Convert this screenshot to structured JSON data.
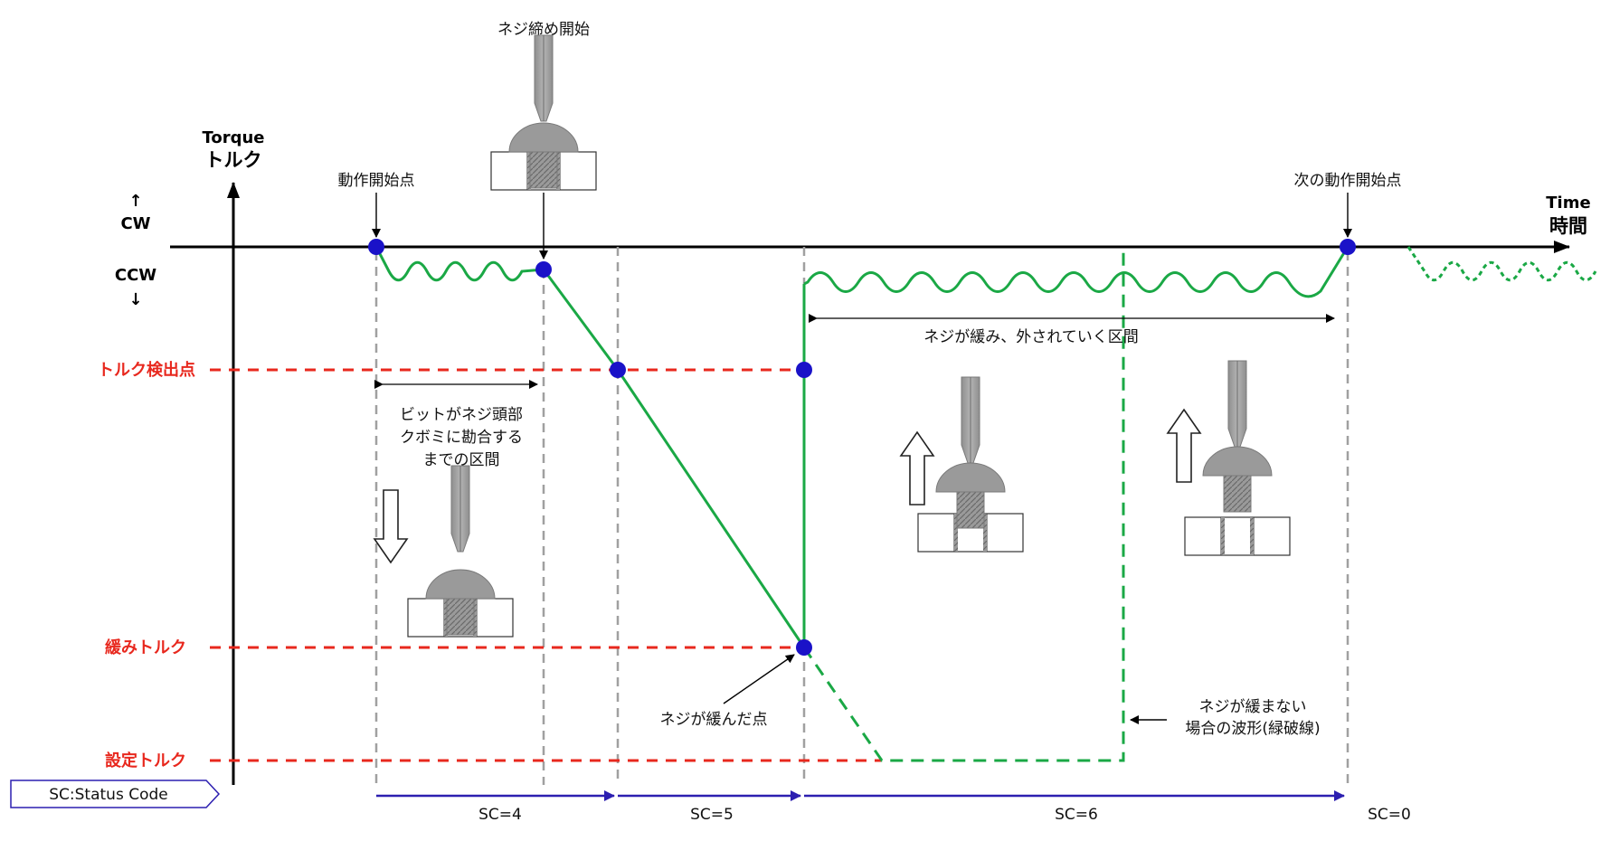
{
  "axis": {
    "y_label_en": "Torque",
    "y_label_ja": "トルク",
    "x_label_en": "Time",
    "x_label_ja": "時間",
    "cw_arrow": "↑",
    "cw": "CW",
    "ccw": "CCW",
    "ccw_arrow": "↓"
  },
  "levels": {
    "detect": "トルク検出点",
    "loosen": "緩みトルク",
    "setting": "設定トルク"
  },
  "annotations": {
    "start_point": "動作開始点",
    "screw_start": "ネジ締め開始",
    "next_start": "次の動作開始点",
    "loosening_range": "ネジが緩み、外されていく区間",
    "engage_1": "ビットがネジ頭部",
    "engage_2": "クボミに勘合する",
    "engage_3": "までの区間",
    "loosened_point": "ネジが緩んだ点",
    "not_loosen_1": "ネジが緩まない",
    "not_loosen_2": "場合の波形(緑破線)"
  },
  "status": {
    "tag": "SC:Status Code",
    "sc4": "SC=4",
    "sc5": "SC=5",
    "sc6": "SC=6",
    "sc0": "SC=0"
  },
  "colors": {
    "waveform": "#1aa845",
    "threshold": "#e8281e",
    "point": "#1a12c8",
    "status_arrow": "#2c1fb0",
    "guide": "#a0a0a0"
  }
}
